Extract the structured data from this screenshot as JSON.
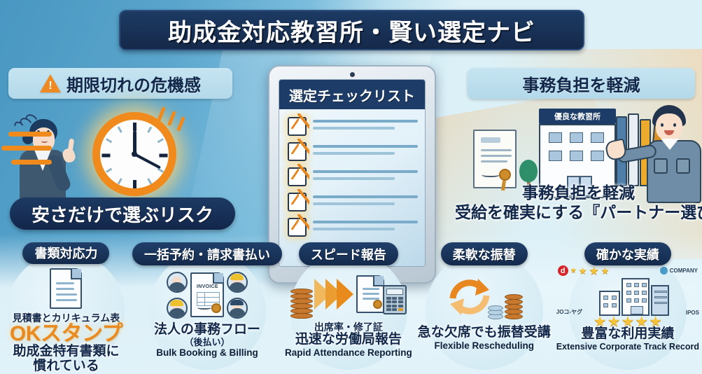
{
  "title": "助成金対応教習所・賢い選定ナビ",
  "left_panel": {
    "header": "期限切れの危機感",
    "header_icon": "warning-triangle-icon",
    "banner": "安さだけで選ぶリスク",
    "illustration": "worried-businesswoman-with-speeding-clock"
  },
  "center_panel": {
    "device": "tablet",
    "screen_title": "選定チェックリスト",
    "checklist_items": 5,
    "checkbox_state": "checked"
  },
  "right_panel": {
    "header": "事務負担を軽減",
    "building_sign": "優良な教習所",
    "caption_line1": "事務負担を軽減",
    "caption_line2": "受給を確実にする『パートナー選び』",
    "illustration": "certificate-building-binders-and-staff"
  },
  "cards": [
    {
      "badge": "書類対応力",
      "icon": "document-icon",
      "jp_sub": "見積書とカリキュラム表",
      "highlight": "OKスタンプ",
      "jp_main": "助成金特有書類に",
      "jp_main2": "慣れている",
      "en": ""
    },
    {
      "badge": "一括予約・請求書払い",
      "icon": "invoice-with-people-icon",
      "invoice_label": "INVOICE",
      "jp_main": "法人の事務フロー",
      "jp_small": "（後払い）",
      "en": "Bulk Booking & Billing"
    },
    {
      "badge": "スピード報告",
      "icon": "fast-forward-arrows-icon",
      "jp_sub": "出席率・修了証",
      "jp_main": "迅速な労働局報告",
      "en": "Rapid Attendance Reporting"
    },
    {
      "badge": "柔軟な振替",
      "icon": "circular-arrows-icon",
      "jp_main": "急な欠席でも振替受講",
      "en": "Flexible Rescheduling"
    },
    {
      "badge": "確かな実績",
      "icon": "buildings-with-stars-icon",
      "logos": [
        "d",
        "COMPANY",
        "JOコ-ヤグ",
        "IPOS"
      ],
      "stars": 5,
      "jp_main": "豊富な利用実績",
      "en": "Extensive Corporate Track Record"
    }
  ],
  "colors": {
    "navy": "#17304f",
    "orange": "#ea8a1e",
    "light_blue": "#bfe0ee",
    "bg_left": "#5ba6cf",
    "bg_right": "#dcf1f7"
  }
}
